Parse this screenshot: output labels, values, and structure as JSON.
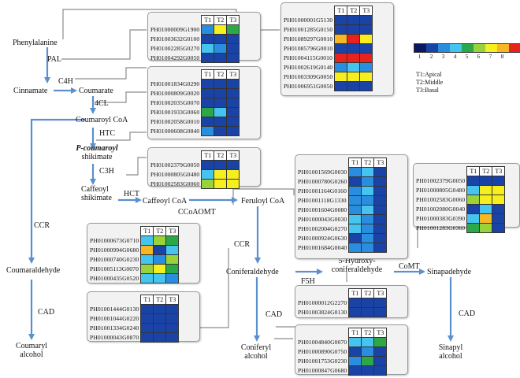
{
  "colors": {
    "arrow": "#5b8fce",
    "line": "#8c8c8c",
    "scale": [
      "#0b1860",
      "#1a43a8",
      "#2a8ee0",
      "#44c4ee",
      "#2ca848",
      "#9ad23a",
      "#f7ee1e",
      "#f5b722",
      "#e8221d"
    ]
  },
  "nodes": {
    "phenylalanine": "Phenylalanine",
    "cinnamate": "Cinnamate",
    "coumarate": "Coumarate",
    "coumaroyl_coa": "Coumaroyl  CoA",
    "p_coumaroyl_shikimate_1": "P-coumaroyl",
    "p_coumaroyl_shikimate_2": "shikimate",
    "caffeoyl_shikimate_1": "Caffeoyl",
    "caffeoyl_shikimate_2": "shikimate",
    "caffeoyl_coa": "Caffeoyl  CoA",
    "feruloyl_coa": "Feruloyl  CoA",
    "coumaraldehyde": "Coumaraldehyde",
    "coniferaldehyde": "Coniferaldehyde",
    "hydroxy_coniferaldehyde_1": "5-Hydroxy-",
    "hydroxy_coniferaldehyde_2": "coniferaldehyde",
    "sinapadehyde": "Sinapadehyde",
    "coumaryl_alcohol_1": "Coumaryl",
    "coumaryl_alcohol_2": "alcohol",
    "coniferyl_alcohol_1": "Coniferyl",
    "coniferyl_alcohol_2": "alcohol",
    "sinapyl_alcohol_1": "Sinapyl",
    "sinapyl_alcohol_2": "alcohol"
  },
  "enzymes": {
    "pal": "PAL",
    "c4h": "C4H",
    "fourcl": "4CL",
    "htc": "HTC",
    "c3h": "C3H",
    "hct": "HCT",
    "ccoaomt": "CCoAOMT",
    "ccr_left": "CCR",
    "ccr_right": "CCR",
    "cad_left": "CAD",
    "cad_mid": "CAD",
    "cad_right": "CAD",
    "f5h": "F5H",
    "comt": "CoMT"
  },
  "legend": {
    "scale_labels": [
      "1",
      "2",
      "3",
      "4",
      "5",
      "6",
      "7",
      "8"
    ],
    "key": [
      "T1:Apical",
      "T2:Middle",
      "T3:Basal"
    ]
  },
  "column_headers": [
    "T1",
    "T2",
    "T3"
  ],
  "heatmaps": [
    {
      "id": "pal",
      "rows": [
        {
          "gene": "PH01000009G1900",
          "levels": [
            2,
            6,
            4
          ]
        },
        {
          "gene": "PH01003632G0100",
          "levels": [
            1,
            1,
            1
          ]
        },
        {
          "gene": "PH01002285G0270",
          "levels": [
            3,
            2,
            1
          ]
        },
        {
          "gene": "PH01004292G0050",
          "levels": [
            1,
            1,
            1
          ]
        }
      ]
    },
    {
      "id": "top",
      "rows": [
        {
          "gene": "PH01000001G5130",
          "levels": [
            1,
            1,
            1
          ]
        },
        {
          "gene": "PH01001285G0150",
          "levels": [
            1,
            1,
            1
          ]
        },
        {
          "gene": "PH01089297G0010",
          "levels": [
            7,
            8,
            6
          ]
        },
        {
          "gene": "PH01085796G0010",
          "levels": [
            1,
            1,
            1
          ]
        },
        {
          "gene": "PH01004115G0010",
          "levels": [
            8,
            8,
            8
          ]
        },
        {
          "gene": "PH01002619G0140",
          "levels": [
            2,
            3,
            2
          ]
        },
        {
          "gene": "PH01003309G0050",
          "levels": [
            6,
            6,
            6
          ]
        },
        {
          "gene": "PH01006951G0050",
          "levels": [
            1,
            1,
            1
          ]
        }
      ]
    },
    {
      "id": "4cl",
      "rows": [
        {
          "gene": "PH01001834G0290",
          "levels": [
            1,
            1,
            1
          ]
        },
        {
          "gene": "PH01000809G0020",
          "levels": [
            1,
            1,
            1
          ]
        },
        {
          "gene": "PH01002035G0070",
          "levels": [
            1,
            1,
            1
          ]
        },
        {
          "gene": "PH01001933G0060",
          "levels": [
            4,
            3,
            1
          ]
        },
        {
          "gene": "PH01002058G0010",
          "levels": [
            1,
            1,
            1
          ]
        },
        {
          "gene": "PH01000608G0840",
          "levels": [
            2,
            1,
            1
          ]
        }
      ]
    },
    {
      "id": "c3h",
      "rows": [
        {
          "gene": "PH01002379G0050",
          "levels": [
            1,
            1,
            1
          ]
        },
        {
          "gene": "PH01000805G0480",
          "levels": [
            3,
            6,
            6
          ]
        },
        {
          "gene": "PH01002583G0060",
          "levels": [
            5,
            6,
            6
          ]
        }
      ]
    },
    {
      "id": "ccr",
      "rows": [
        {
          "gene": "PH01001569G0030",
          "levels": [
            2,
            3,
            1
          ]
        },
        {
          "gene": "PH01000780G0260",
          "levels": [
            1,
            2,
            1
          ]
        },
        {
          "gene": "PH01001164G0160",
          "levels": [
            2,
            3,
            1
          ]
        },
        {
          "gene": "PH01001118G1330",
          "levels": [
            2,
            2,
            1
          ]
        },
        {
          "gene": "PH01001604G0080",
          "levels": [
            2,
            3,
            1
          ]
        },
        {
          "gene": "PH01000043G0030",
          "levels": [
            3,
            2,
            1
          ]
        },
        {
          "gene": "PH01002004G0270",
          "levels": [
            3,
            2,
            1
          ]
        },
        {
          "gene": "PH01000924G0630",
          "levels": [
            1,
            2,
            1
          ]
        },
        {
          "gene": "PH01001684G0040",
          "levels": [
            2,
            2,
            1
          ]
        }
      ]
    },
    {
      "id": "comt",
      "rows": [
        {
          "gene": "PH01002379G0050",
          "levels": [
            1,
            1,
            1
          ]
        },
        {
          "gene": "PH01000805G0480",
          "levels": [
            3,
            6,
            6
          ]
        },
        {
          "gene": "PH01002583G0060",
          "levels": [
            5,
            6,
            6
          ]
        },
        {
          "gene": "PH01002080G0040",
          "levels": [
            1,
            3,
            1
          ]
        },
        {
          "gene": "PH01000383G0390",
          "levels": [
            3,
            7,
            1
          ]
        },
        {
          "gene": "PH01001283G0360",
          "levels": [
            4,
            5,
            1
          ]
        }
      ]
    },
    {
      "id": "ccoaomt",
      "rows": [
        {
          "gene": "PH01000673G0710",
          "levels": [
            3,
            5,
            4
          ]
        },
        {
          "gene": "PH01000994G0680",
          "levels": [
            7,
            1,
            3
          ]
        },
        {
          "gene": "PH01000740G0230",
          "levels": [
            3,
            2,
            5
          ]
        },
        {
          "gene": "PH01005113G0070",
          "levels": [
            5,
            6,
            4
          ]
        },
        {
          "gene": "PH01000435G0520",
          "levels": [
            3,
            3,
            2
          ]
        }
      ]
    },
    {
      "id": "cad_left",
      "rows": [
        {
          "gene": "PH01001444G0130",
          "levels": [
            1,
            1,
            1
          ]
        },
        {
          "gene": "PH01001044G0220",
          "levels": [
            1,
            1,
            1
          ]
        },
        {
          "gene": "PH01001334G0240",
          "levels": [
            1,
            1,
            1
          ]
        },
        {
          "gene": "PH01000043G0870",
          "levels": [
            1,
            1,
            1
          ]
        }
      ]
    },
    {
      "id": "f5h",
      "rows": [
        {
          "gene": "PH01000012G2270",
          "levels": [
            1,
            1,
            1
          ]
        },
        {
          "gene": "PH01003824G0130",
          "levels": [
            1,
            1,
            1
          ]
        }
      ]
    },
    {
      "id": "cad_right",
      "rows": [
        {
          "gene": "PH01004840G0070",
          "levels": [
            3,
            3,
            4
          ]
        },
        {
          "gene": "PH01000890G0750",
          "levels": [
            1,
            2,
            1
          ]
        },
        {
          "gene": "PH01001753G0230",
          "levels": [
            2,
            4,
            1
          ]
        },
        {
          "gene": "PH01000847G0680",
          "levels": [
            1,
            1,
            1
          ]
        }
      ]
    }
  ]
}
